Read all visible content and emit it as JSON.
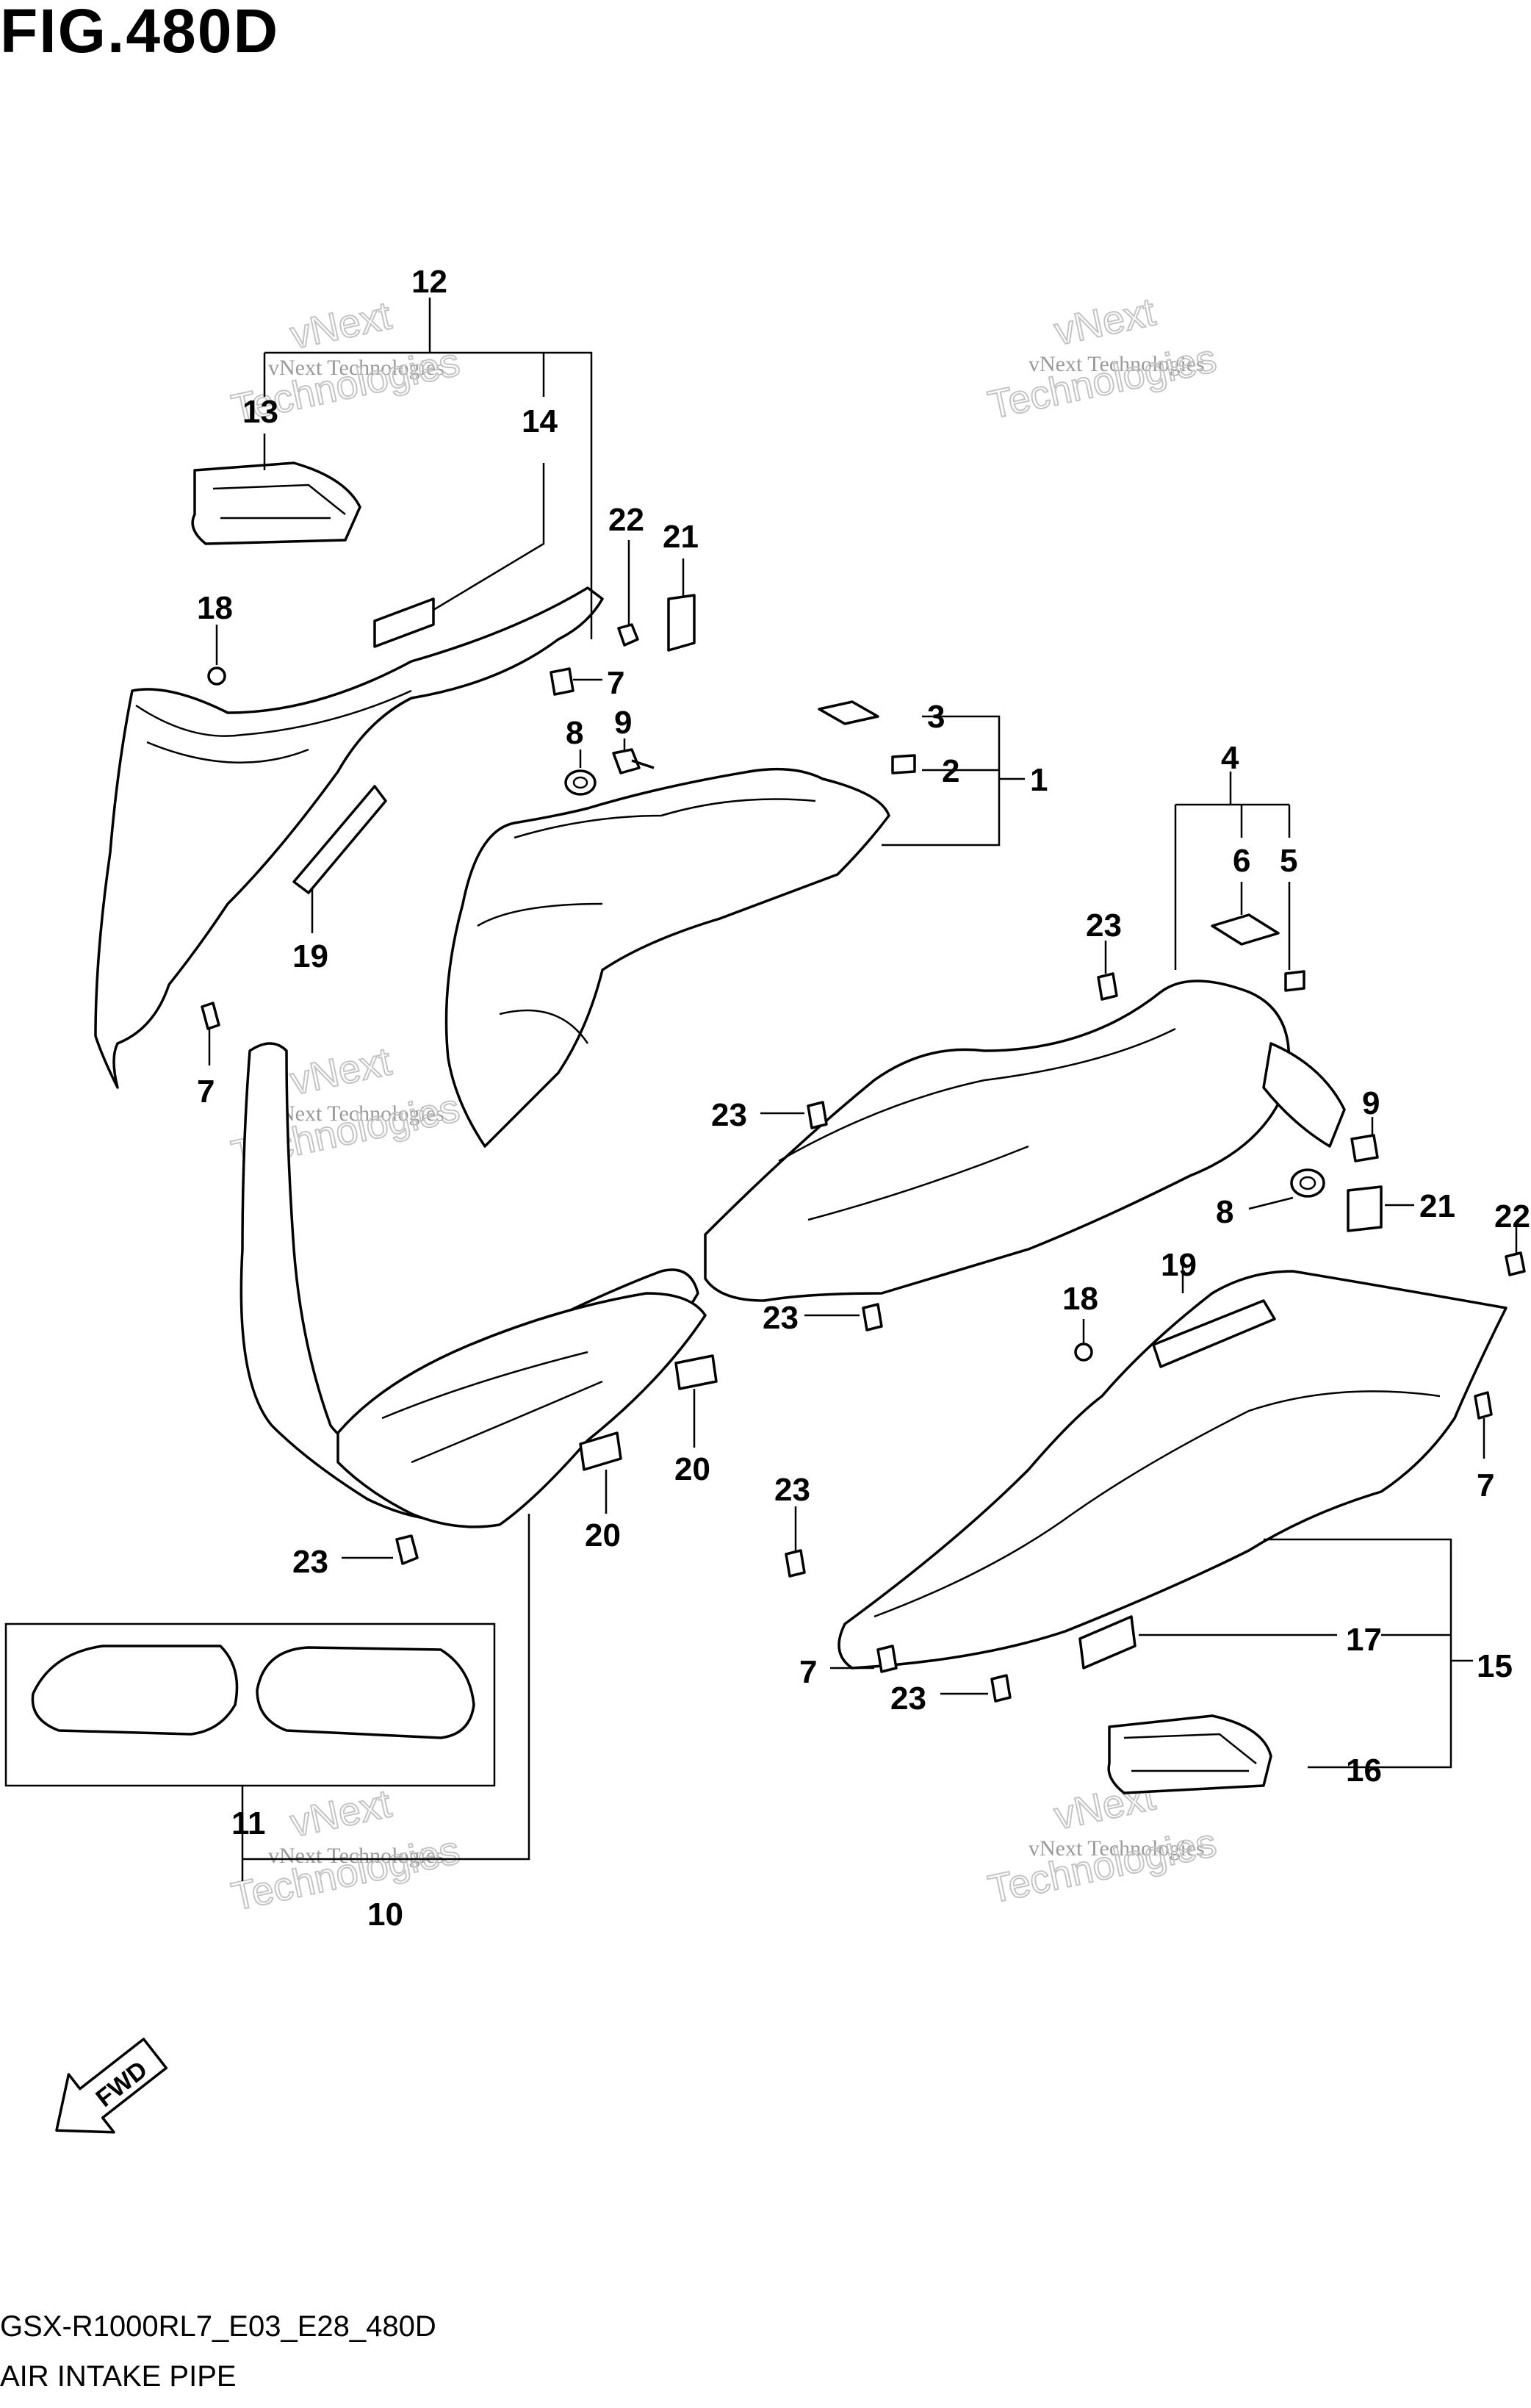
{
  "figure": {
    "title": "FIG.480D",
    "model_code": "GSX-R1000RL7_E03_E28_480D",
    "section_name": "AIR INTAKE PIPE"
  },
  "watermark": {
    "line1": "vNext",
    "line2": "vNext Technologies",
    "line3": "Technologies"
  },
  "fwd_label": "FWD",
  "callouts": [
    "12",
    "13",
    "14",
    "22",
    "21",
    "18",
    "7",
    "8",
    "9",
    "3",
    "2",
    "1",
    "19",
    "7",
    "4",
    "6",
    "5",
    "23",
    "23",
    "9",
    "8",
    "21",
    "22",
    "23",
    "18",
    "19",
    "7",
    "20",
    "20",
    "23",
    "23",
    "17",
    "15",
    "7",
    "23",
    "16",
    "11",
    "10"
  ]
}
